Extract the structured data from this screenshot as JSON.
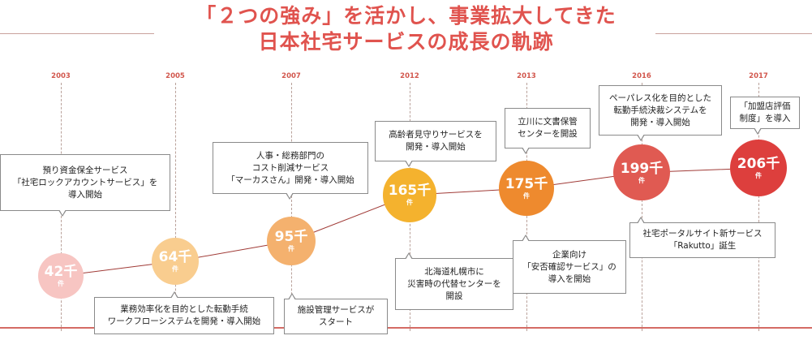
{
  "title": {
    "line1": "「２つの強み」を活かし、事業拡大してきた",
    "line2": "日本社宅サービスの成長の軌跡"
  },
  "colors": {
    "title": "#e0534e",
    "year": "#d2574d",
    "baseline": "#d46b64",
    "circles": [
      "#f7c5c2",
      "#f9cd8f",
      "#f4b16e",
      "#f4b22e",
      "#ee8a2e",
      "#e05a52",
      "#dd3f3d"
    ]
  },
  "chart_data": {
    "type": "line",
    "years": [
      "2003",
      "2005",
      "2007",
      "2012",
      "2013",
      "2016",
      "2017"
    ],
    "values": [
      42,
      64,
      95,
      165,
      175,
      199,
      206
    ],
    "value_labels": [
      "42千",
      "64千",
      "95千",
      "165千",
      "175千",
      "199千",
      "206千"
    ],
    "unit": "件"
  },
  "notes": {
    "n2003": "預り資金保全サービス\n「社宅ロックアカウントサービス」を\n導入開始",
    "n2005": "業務効率化を目的とした転勤手続\nワークフローシステムを開発・導入開始",
    "n2007a": "人事・総務部門の\nコスト削減サービス\n「マーカスさん」開発・導入開始",
    "n2007b": "施設管理サービスが\nスタート",
    "n2012a": "高齢者見守りサービスを\n開発・導入開始",
    "n2012b": "北海道札幌市に\n災害時の代替センターを\n開設",
    "n2013a": "立川に文書保管\nセンターを開設",
    "n2013b": "企業向け\n「安否確認サービス」の\n導入を開始",
    "n2016a": "ペーパレス化を目的とした\n転勤手続決裁システムを\n開発・導入開始",
    "n2016b": "社宅ポータルサイト新サービス\n「Rakutto」誕生",
    "n2017": "「加盟店評価\n制度」を導入"
  }
}
